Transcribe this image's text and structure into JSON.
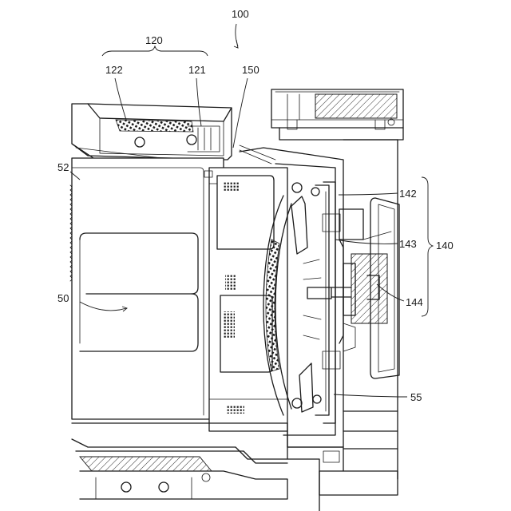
{
  "labels": {
    "l100": "100",
    "l120": "120",
    "l122": "122",
    "l121": "121",
    "l150": "150",
    "l52": "52",
    "l50": "50",
    "l142": "142",
    "l143": "143",
    "l140": "140",
    "l144": "144",
    "l55": "55"
  }
}
